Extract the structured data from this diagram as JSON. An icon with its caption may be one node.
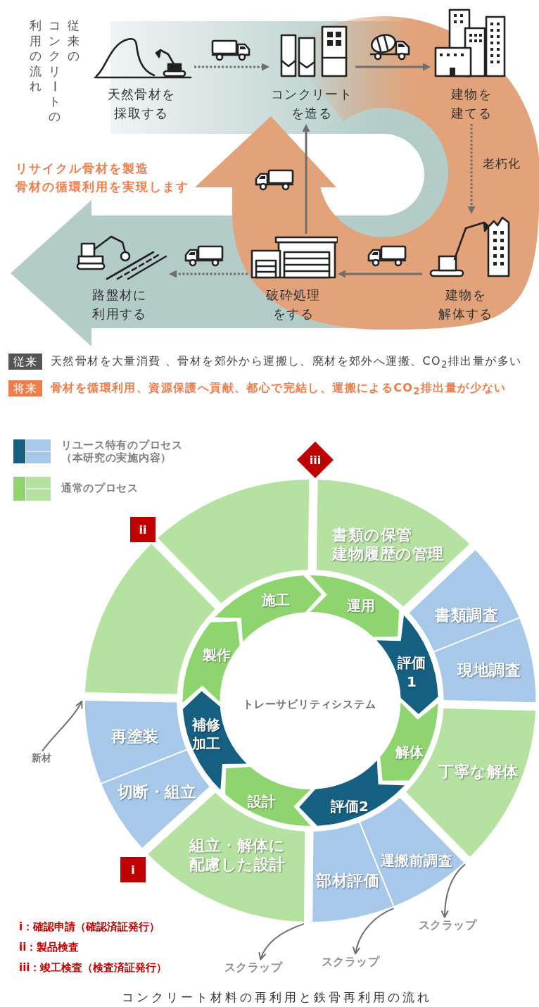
{
  "diagram": {
    "caption": "コンクリート材料の再利用と鉄骨再利用の流れ",
    "nodes": [
      {
        "text": [
          "天然骨材を採取する"
        ]
      },
      {
        "text": [
          "コンクリートを造る"
        ]
      },
      {
        "text": [
          "建物を建てる"
        ]
      },
      {
        "text": [
          "建物を解体する"
        ]
      },
      {
        "text": [
          "破砕処理をする"
        ]
      },
      {
        "text": [
          "路盤材に利用する"
        ]
      },
      {
        "text": [
          "従来"
        ],
        "beside": [
          "天然骨材を大量消費 、骨材を郊外から運搬し、廃材を郊外へ運搬、CO$_{2}$排出量が多い"
        ]
      },
      {
        "text": [
          "将来"
        ],
        "beside": [
          "骨材を循環利用、資源保護へ貢献、都心で完結し、運搬によるCO$_{2}$排出量が少ない"
        ]
      },
      {
        "text": [
          "iii"
        ]
      },
      {
        "text": [
          "ii"
        ]
      },
      {
        "text": [
          "書類の保管建物履歴の管理"
        ]
      },
      {
        "text": [
          "書類調査"
        ]
      },
      {
        "text": [
          "現地調査"
        ]
      },
      {
        "text": [
          "丁寧な解体"
        ]
      },
      {
        "text": [
          "運搬前調査"
        ]
      },
      {
        "text": [
          "部材評価"
        ]
      },
      {
        "text": [
          "組立・解体に配慮した設計"
        ]
      },
      {
        "text": [
          "切断・組立"
        ]
      },
      {
        "text": [
          "再塗装"
        ]
      },
      {
        "text": [],
        "shape": "sector"
      },
      {
        "text": [],
        "shape": "sector"
      },
      {
        "text": [
          "施工"
        ]
      },
      {
        "text": [
          "運用"
        ]
      },
      {
        "text": [
          "評価1"
        ]
      },
      {
        "text": [
          "解体"
        ]
      },
      {
        "text": [
          "評価2"
        ]
      },
      {
        "text": [
          "設計"
        ]
      },
      {
        "text": [
          "補修加工"
        ]
      },
      {
        "text": [
          "製作"
        ]
      },
      {
        "text": [
          "新材"
        ]
      },
      {
        "text": [
          "i"
        ]
      },
      {
        "text": [
          "スクラップ"
        ]
      },
      {
        "text": [
          "スクラップ"
        ]
      },
      {
        "text": [
          "スクラップ"
        ]
      }
    ],
    "edges": [
      {
        "from": 0,
        "to": 1,
        "arrow": "to",
        "style": "dashed"
      },
      {
        "from": 1,
        "to": 2,
        "arrow": "to"
      },
      {
        "from": 2,
        "to": 3,
        "arrow": "to",
        "style": "dashed",
        "label": "老朽化"
      },
      {
        "from": 3,
        "to": 4,
        "arrow": "to"
      },
      {
        "from": 4,
        "to": 5,
        "arrow": "to",
        "style": "dashed"
      },
      {
        "from": 4,
        "to": 1,
        "arrow": "to"
      },
      {
        "from": 16,
        "to": 31,
        "arrow": "to"
      },
      {
        "from": 15,
        "to": 32,
        "arrow": "to"
      },
      {
        "from": 14,
        "to": 33,
        "arrow": "to"
      },
      {
        "from": 29,
        "to": 18,
        "arrow": "to"
      }
    ],
    "labels": [
      "従来のコンクリートの利用の流れ",
      "リサイクル骨材を製造骨材の循環利用を実現します",
      "トレーサビリティシステム",
      "i：確認申請（確認済証発行）",
      "ii：製品検査",
      "iii：竣工検査（検査済証発行）"
    ],
    "legend": [
      {
        "text": "リユース特有のプロセス（本研究の実施内容）",
        "color": "#a8c8ea"
      },
      {
        "text": "通常のプロセス",
        "color": "#b5e2a1"
      }
    ]
  }
}
